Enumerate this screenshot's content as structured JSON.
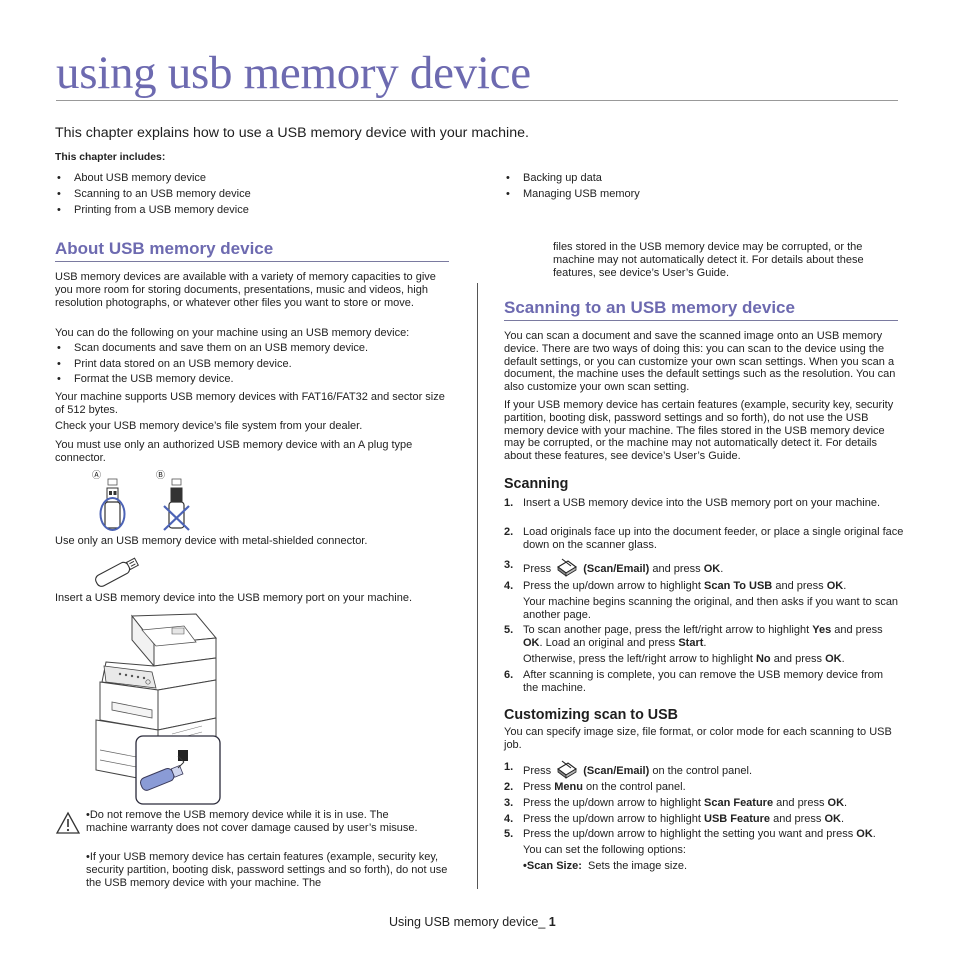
{
  "page_title": "using usb memory device",
  "intro": "This chapter explains how to use a USB memory device with your machine.",
  "includes_label": "This chapter includes:",
  "includes_col1": [
    "About USB memory device",
    "Scanning to an USB memory device",
    "Printing from a USB memory device"
  ],
  "includes_col2": [
    "Backing up data",
    "Managing USB memory"
  ],
  "about": {
    "heading": "About USB memory device",
    "p1": "USB memory devices are available with a variety of memory capacities to give you more room for storing documents, presentations, music and videos, high resolution photographs, or whatever other files you want to store or move.",
    "p2": "You can do the following on your machine using an USB memory device:",
    "bullets": [
      "Scan documents and save them on an USB memory device.",
      "Print data stored on an USB memory device.",
      "Format the USB memory device."
    ],
    "p3": "Your machine supports USB memory devices with FAT16/FAT32 and sector size of 512 bytes.",
    "p4": "Check your USB memory device’s file system from your dealer.",
    "p5": "You must use only an authorized USB memory device with an A plug type connector.",
    "fig_label_a": "Ⓐ",
    "fig_label_b": "Ⓑ",
    "p6": "Use only an USB memory device with metal-shielded connector.",
    "p7": "Insert a USB memory device into the USB memory port on your machine.",
    "caution1": "•Do not remove the USB memory device while it is in use. The machine warranty does not cover damage caused by user’s misuse.",
    "caution2": "•If your USB memory device has certain features (example, security key, security partition, booting disk, password settings and so forth), do not use the USB memory device with your machine. The",
    "caution_cont": "files stored in the USB memory device may be corrupted, or the machine may not automatically detect it. For details about these features, see device’s User’s Guide."
  },
  "scan": {
    "heading": "Scanning to an USB memory device",
    "p1": "You can scan a document and save the scanned image onto an USB memory device. There are two ways of doing this: you can scan to the device using the default settings, or you can customize your own scan settings. When you scan a document, the machine uses the default settings such as the resolution. You can also customize your own scan setting.",
    "p2": "If your USB memory device has certain features (example, security key, security partition, booting disk, password settings and so forth), do not use the USB memory device with your machine. The files stored in the USB memory device may be corrupted, or the machine may not automatically detect it. For details about these features, see device’s User’s Guide.",
    "scanning_heading": "Scanning",
    "s1": "Insert a USB memory device into the USB memory port on your machine.",
    "s2": "Load originals face up into the document feeder, or place a single original face down on the scanner glass.",
    "s3a": "Press",
    "s3b": "(Scan/Email)",
    "s3c": "and press",
    "s3d": "OK",
    "s3e": ".",
    "s4a": "Press the up/down arrow to highlight",
    "s4b": "Scan To USB",
    "s4c": "and press",
    "s4d": "OK",
    "s4e": ".",
    "s4sub": "Your machine begins scanning the original, and then asks if you want to scan another page.",
    "s5a": "To scan another page, press the left/right arrow to highlight",
    "s5b": "Yes",
    "s5c": "and press",
    "s5d": "OK",
    "s5e": ". Load an original and press",
    "s5f": "Start",
    "s5g": ".",
    "s5sub_a": "Otherwise, press the left/right arrow to highlight",
    "s5sub_b": "No",
    "s5sub_c": "and press",
    "s5sub_d": "OK",
    "s5sub_e": ".",
    "s6": "After scanning is complete, you can remove the USB memory device from the machine.",
    "cust_heading": "Customizing scan to USB",
    "cust_p": "You can specify image size, file format, or color mode for each scanning to USB job.",
    "c1a": "Press",
    "c1b": "(Scan/Email)",
    "c1c": "on the control panel.",
    "c2a": "Press",
    "c2b": "Menu",
    "c2c": "on the control panel.",
    "c3a": "Press the up/down arrow to highlight",
    "c3b": "Scan Feature",
    "c3c": "and press",
    "c3d": "OK",
    "c3e": ".",
    "c4a": "Press the up/down arrow to highlight",
    "c4b": "USB Feature",
    "c4c": "and press",
    "c4d": "OK",
    "c4e": ".",
    "c5a": "Press the up/down arrow to highlight the setting you want and press",
    "c5b": "OK",
    "c5c": ".",
    "c5sub": "You can set the following options:",
    "opt_a": "•Scan Size:",
    "opt_b": "Sets the image size."
  },
  "step_numbers": [
    "1.",
    "2.",
    "3.",
    "4.",
    "5.",
    "6."
  ],
  "footer_text": "Using USB memory device_",
  "footer_page": "1",
  "colors": {
    "accent": "#6d6ab0",
    "text": "#222222"
  },
  "icons": [
    "warning-icon",
    "scan-email-icon",
    "usb-stick-icon",
    "printer-illustration"
  ]
}
